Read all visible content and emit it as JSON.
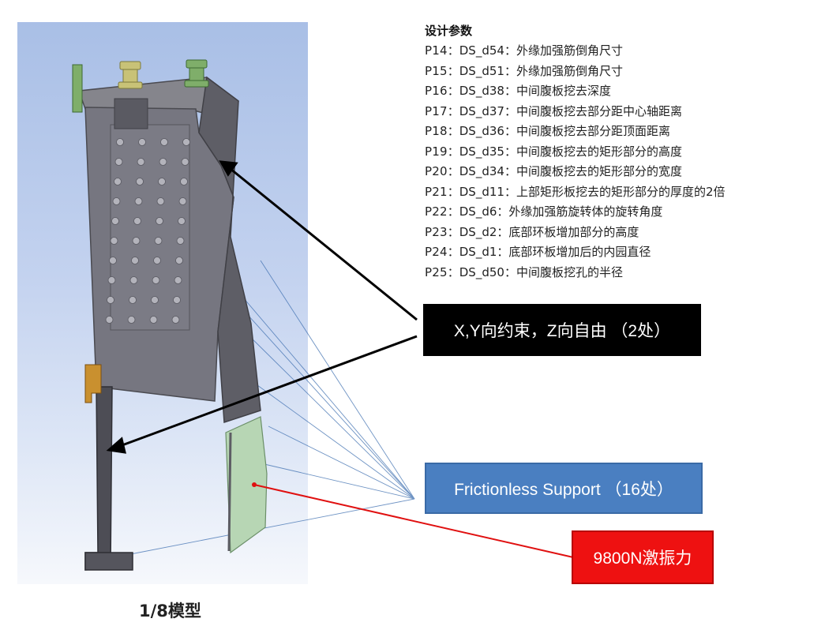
{
  "params": {
    "title": "设计参数",
    "items": [
      {
        "id": "P14",
        "sep": "：",
        "name": "DS_d54",
        "colon": "：",
        "desc": "外缘加强筋倒角尺寸"
      },
      {
        "id": "P15",
        "sep": "：",
        "name": "DS_d51",
        "colon": "：",
        "desc": "外缘加强筋倒角尺寸"
      },
      {
        "id": "P16",
        "sep": "：",
        "name": "DS_d38",
        "colon": "：",
        "desc": "中间腹板挖去深度"
      },
      {
        "id": "P17",
        "sep": "：",
        "name": "DS_d37",
        "colon": "：",
        "desc": "中间腹板挖去部分距中心轴距离"
      },
      {
        "id": "P18",
        "sep": "：",
        "name": "DS_d36",
        "colon": "：",
        "desc": "中间腹板挖去部分距顶面距离"
      },
      {
        "id": "P19",
        "sep": "：",
        "name": "DS_d35",
        "colon": "：",
        "desc": "中间腹板挖去的矩形部分的高度"
      },
      {
        "id": "P20",
        "sep": "：",
        "name": "DS_d34",
        "colon": "：",
        "desc": "中间腹板挖去的矩形部分的宽度"
      },
      {
        "id": "P21",
        "sep": "：",
        "name": "DS_d11",
        "colon": "：",
        "desc": "上部矩形板挖去的矩形部分的厚度的2倍"
      },
      {
        "id": "P22",
        "sep": "：",
        "name": "DS_d6",
        "colon": "：",
        "desc": "外缘加强筋旋转体的旋转角度"
      },
      {
        "id": "P23",
        "sep": "：",
        "name": "DS_d2",
        "colon": "：",
        "desc": "底部环板增加部分的高度"
      },
      {
        "id": "P24",
        "sep": "：",
        "name": "DS_d1",
        "colon": "：",
        "desc": "底部环板增加后的内园直径"
      },
      {
        "id": "P25",
        "sep": "：",
        "name": "DS_d50",
        "colon": "：",
        "desc": "中间腹板挖孔的半径"
      }
    ]
  },
  "callouts": {
    "constraint": "X,Y向约束，Z向自由 （2处）",
    "frictionless": "Frictionless Support （16处）",
    "force": "9800N激振力"
  },
  "caption": "1/8模型",
  "colors": {
    "constraint_bg": "#000000",
    "frictionless_bg": "#4a7fc1",
    "force_bg": "#ee1111",
    "model_gray": "#6e6e74",
    "support_green": "#b7d6b4",
    "bolt_yellow": "#c8c277",
    "bolt_green": "#7fae6a"
  }
}
